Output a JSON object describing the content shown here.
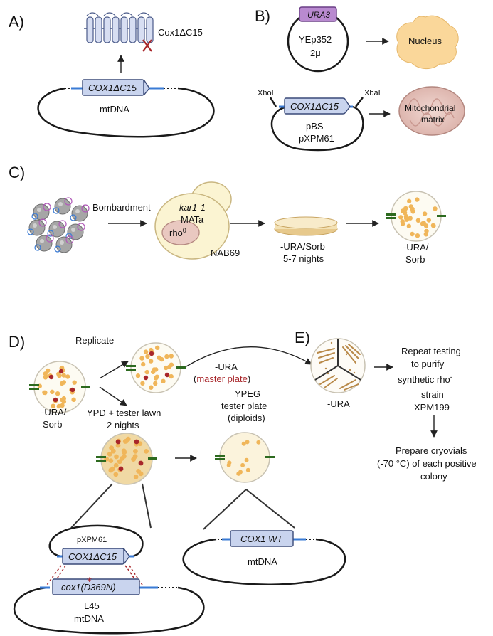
{
  "panels": {
    "a": "A)",
    "b": "B)",
    "c": "C)",
    "d": "D)",
    "e": "E)"
  },
  "panel_a": {
    "protein": "Cox1ΔC15",
    "gene": "COX1ΔC15",
    "genome": "mtDNA"
  },
  "panel_b": {
    "marker": "URA3",
    "vector": "YEp352",
    "origin": "2μ",
    "dest1": "Nucleus",
    "site_left": "XhoI",
    "site_right": "XbaI",
    "gene": "COX1ΔC15",
    "backbone": "pBS",
    "plasmid": "pXPM61",
    "dest2_line1": "Mitochondrial",
    "dest2_line2": "matrix"
  },
  "panel_c": {
    "step1": "Bombardment",
    "genotype": "kar1-1",
    "mating": "MATa",
    "rho": "rho",
    "rho_sup": "0",
    "strain": "NAB69",
    "plate_medium": "-URA/Sorb",
    "plate_time": "5-7 nights",
    "result_line1": "-URA/",
    "result_line2": "Sorb"
  },
  "panel_d": {
    "replicate": "Replicate",
    "start_line1": "-URA/",
    "start_line2": "Sorb",
    "ura_label": "-URA",
    "master_open": "(",
    "master": "master plate",
    "master_close": ")",
    "ypd_line1": "YPD + tester lawn",
    "ypd_line2": "2 nights",
    "ypeg_line1": "YPEG",
    "ypeg_line2": "tester plate",
    "ypeg_line3": "(diploids)",
    "plasmid": "pXPM61",
    "gene": "COX1ΔC15",
    "mut_gene": "cox1(D369N)",
    "mut_line1": "L45",
    "mut_line2": "mtDNA",
    "wt_gene": "COX1 WT",
    "wt_genome": "mtDNA"
  },
  "panel_e": {
    "plate": "-URA",
    "line1": "Repeat testing",
    "line2": "to purify",
    "line3": "synthetic rho",
    "line3_sup": "-",
    "line4": "strain",
    "line5": "XPM199",
    "cryo1": "Prepare cryovials",
    "cryo2": "(-70 °C) of each positive",
    "cryo3": "colony"
  },
  "colors": {
    "gene_box": "#c9d4ee",
    "colony": "#f0b65a",
    "red_colony": "#a8262a",
    "marker": "#2d6a1f",
    "ura3": "#b98ad0",
    "nucleus": "#fad79a",
    "mito": "#e8c7c0"
  }
}
